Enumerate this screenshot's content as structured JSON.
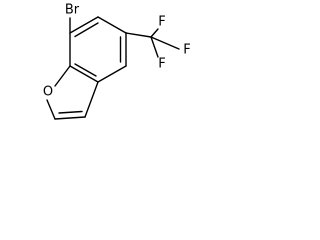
{
  "molecule": {
    "atoms": {
      "bromine": "Br",
      "oxygen": "O",
      "fluorine_top": "F",
      "fluorine_right": "F",
      "fluorine_bottom": "F"
    },
    "colors": {
      "bond": "#000000",
      "label": "#000000",
      "background": "#ffffff"
    }
  }
}
